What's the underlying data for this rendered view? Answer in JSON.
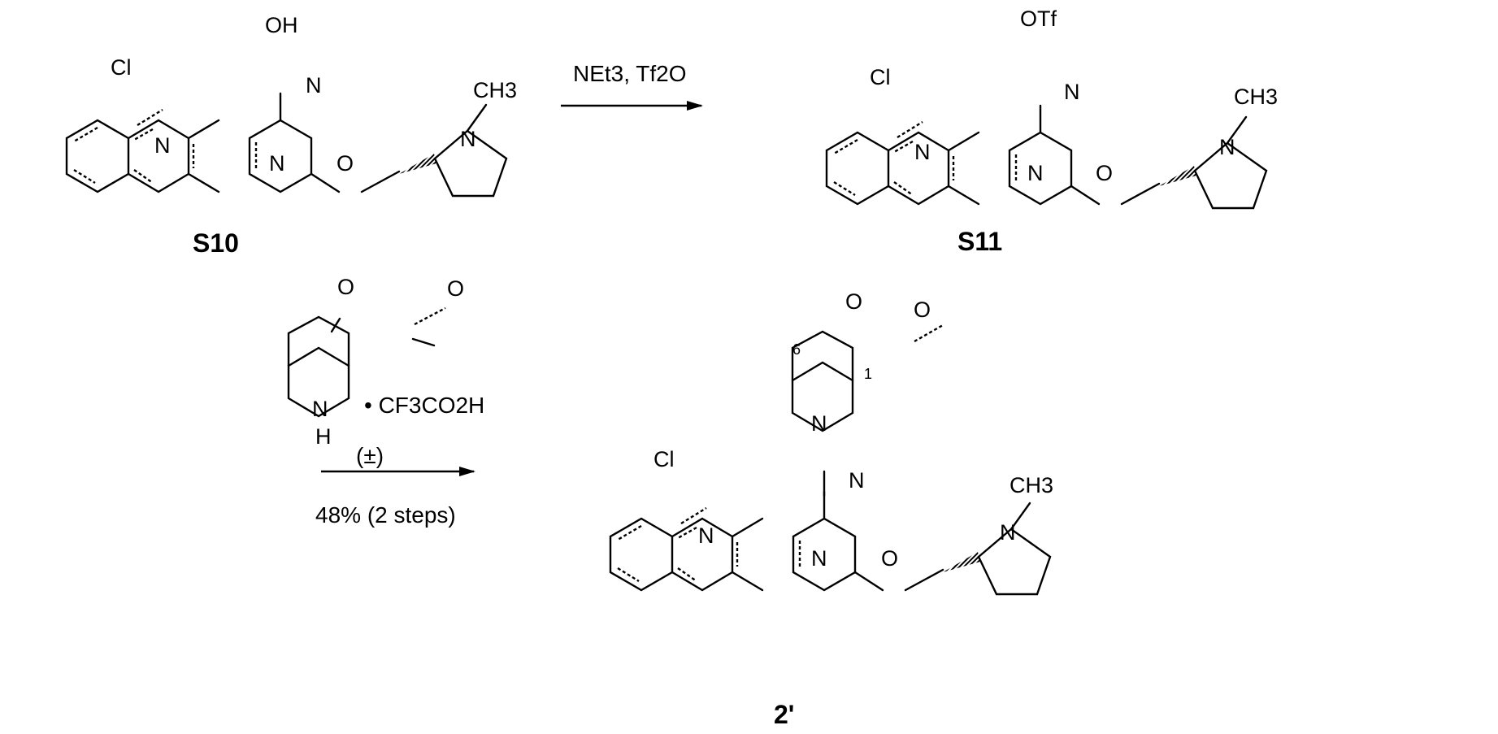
{
  "compounds": {
    "s10": {
      "label": "S10",
      "substituent": "OH",
      "cl": "Cl",
      "ring_n": [
        "N",
        "N",
        "N"
      ],
      "ch3": "CH3",
      "me_n": "N",
      "ether_o": "O"
    },
    "s11": {
      "label": "S11",
      "substituent": "OTf",
      "cl": "Cl",
      "ring_n": [
        "N",
        "N",
        "N"
      ],
      "ch3": "CH3",
      "me_n": "N",
      "ether_o": "O"
    },
    "p2": {
      "label": "2'",
      "cl": "Cl",
      "ring_n": [
        "N",
        "N",
        "N"
      ],
      "ch3": "CH3",
      "me_n": "N",
      "ether_o": "O",
      "lactone_o": "O",
      "carbonyl_o": "O",
      "amine_n": "N",
      "position_6": "6",
      "position_1": "1"
    }
  },
  "reagent": {
    "lactone_o": "O",
    "carbonyl_o": "O",
    "nh": "N",
    "h": "H",
    "salt": "• CF3CO2H",
    "stereo": "(±)"
  },
  "step1": {
    "conditions": "NEt3, Tf2O"
  },
  "step2": {
    "yield": "48% (2 steps)"
  },
  "colors": {
    "ink": "#000000",
    "background": "#ffffff"
  }
}
